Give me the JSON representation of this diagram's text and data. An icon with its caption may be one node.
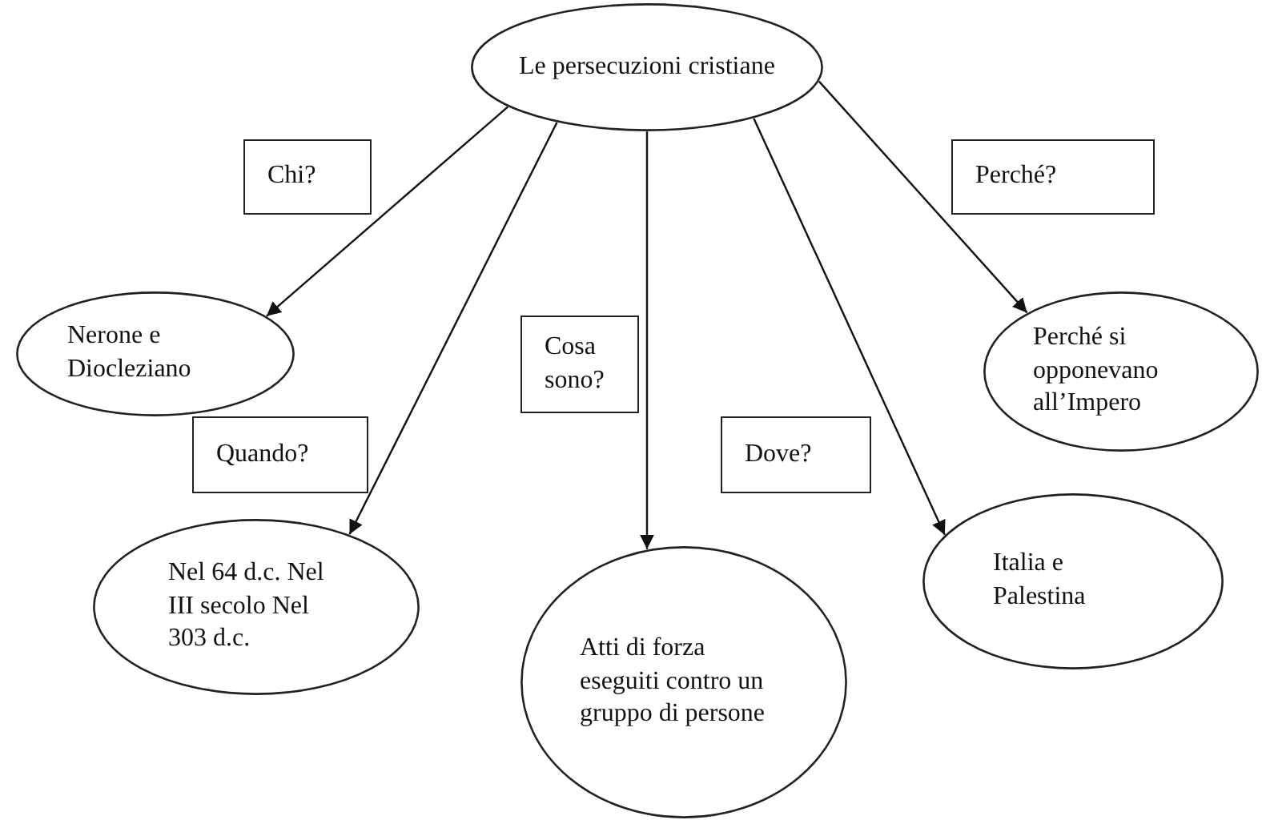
{
  "diagram": {
    "nodes": [
      {
        "text": [
          "Le persecuzioni cristiane"
        ]
      },
      {
        "text": [
          "Chi?"
        ]
      },
      {
        "text": [
          "Perché?"
        ]
      },
      {
        "text": [
          "Cosa sono?"
        ]
      },
      {
        "text": [
          "Nerone e Diocleziano"
        ]
      },
      {
        "text": [
          "Perché si opponevano all’Impero"
        ]
      },
      {
        "text": [
          "Quando?"
        ]
      },
      {
        "text": [
          "Dove?"
        ]
      },
      {
        "text": [
          "Nel 64 d.c. Nel III secolo Nel 303 d.c."
        ]
      },
      {
        "text": [
          "Atti di forza eseguiti contro un gruppo di persone"
        ]
      },
      {
        "text": [
          "Italia e Palestina"
        ]
      }
    ],
    "edges": [
      {
        "from": 0,
        "to": 4,
        "arrow": "to"
      },
      {
        "from": 0,
        "to": 8,
        "arrow": "to"
      },
      {
        "from": 0,
        "to": 9,
        "arrow": "to"
      },
      {
        "from": 0,
        "to": 10,
        "arrow": "to"
      },
      {
        "from": 0,
        "to": 5,
        "arrow": "to"
      }
    ]
  }
}
